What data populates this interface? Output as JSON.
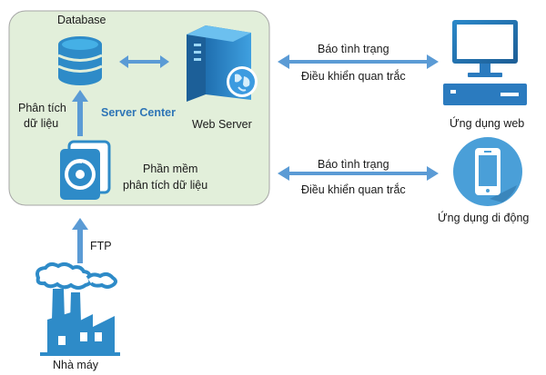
{
  "labels": {
    "database": "Database",
    "analysis_line1": "Phân tích",
    "analysis_line2": "dữ liệu",
    "server_center": "Server Center",
    "web_server": "Web Server",
    "software_line1": "Phần mềm",
    "software_line2": "phân tích dữ liệu",
    "ftp": "FTP",
    "factory": "Nhà máy",
    "web_app": "Ứng dụng web",
    "mobile_app": "Ứng dụng di động"
  },
  "links": {
    "web_status": "Báo tình trạng",
    "web_control": "Điều khiển quan trắc",
    "mobile_status": "Báo tình trạng",
    "mobile_control": "Điều khiển quan trắc"
  },
  "colors": {
    "arrow": "#5b9bd5",
    "server_center_bg": "#e2efda",
    "server_center_border": "#a6a6a6",
    "icon_blue": "#2e8bc8",
    "icon_light": "#45b0e6",
    "circle_bg": "#4a9fd8",
    "accent_text": "#2e75b6"
  },
  "icons": [
    "database-icon",
    "server-icon",
    "globe-icon",
    "software-cd-icon",
    "factory-icon",
    "monitor-icon",
    "smartphone-icon"
  ]
}
